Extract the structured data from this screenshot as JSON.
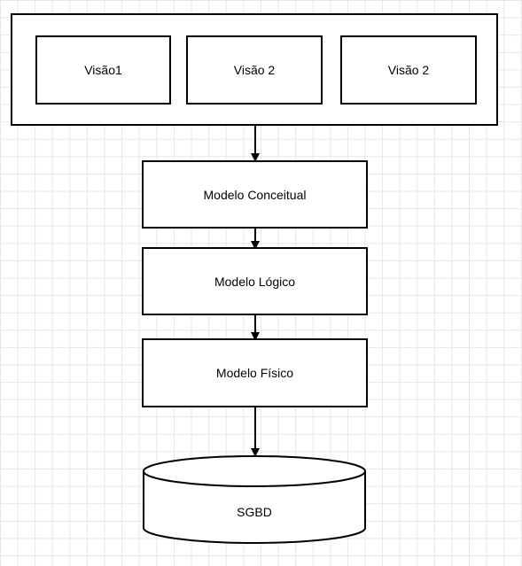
{
  "diagram": {
    "views_group": {
      "views": [
        {
          "label": "Visão1"
        },
        {
          "label": "Visão 2"
        },
        {
          "label": "Visão 2"
        }
      ]
    },
    "models": [
      {
        "label": "Modelo Conceitual"
      },
      {
        "label": "Modelo Lógico"
      },
      {
        "label": "Modelo Físico"
      }
    ],
    "database": {
      "label": "SGBD"
    }
  }
}
